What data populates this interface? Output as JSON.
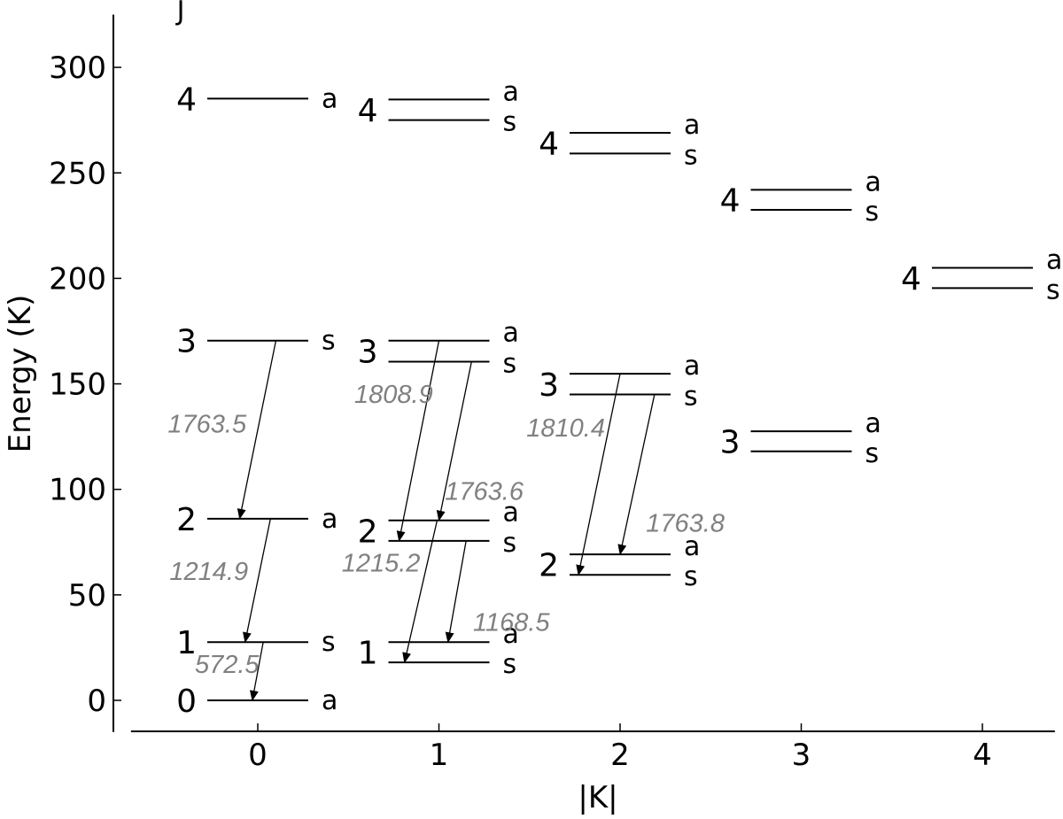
{
  "chart_data": {
    "type": "energy-level-diagram",
    "xlabel": "|K|",
    "ylabel": "Energy (K)",
    "column_header": "J",
    "xlim": [
      -0.7,
      4.4
    ],
    "ylim": [
      -15,
      325
    ],
    "x_ticks": [
      0,
      1,
      2,
      3,
      4
    ],
    "y_ticks": [
      0,
      50,
      100,
      150,
      200,
      250,
      300
    ],
    "levels": [
      {
        "K": 0,
        "J": "0",
        "sym": "a",
        "E": 0
      },
      {
        "K": 0,
        "J": "1",
        "sym": "s",
        "E": 27.6
      },
      {
        "K": 0,
        "J": "2",
        "sym": "a",
        "E": 86.1
      },
      {
        "K": 0,
        "J": "3",
        "sym": "s",
        "E": 170.5
      },
      {
        "K": 0,
        "J": "4",
        "sym": "a",
        "E": 285.2
      },
      {
        "K": 1,
        "J": "1",
        "sym": "a",
        "E": 27.6
      },
      {
        "K": 1,
        "J": "1",
        "sym": "s",
        "E": 18
      },
      {
        "K": 1,
        "J": "2",
        "sym": "a",
        "E": 85.3
      },
      {
        "K": 1,
        "J": "2",
        "sym": "s",
        "E": 75.6
      },
      {
        "K": 1,
        "J": "3",
        "sym": "a",
        "E": 170.5
      },
      {
        "K": 1,
        "J": "3",
        "sym": "s",
        "E": 160.5
      },
      {
        "K": 1,
        "J": "4",
        "sym": "a",
        "E": 284.8
      },
      {
        "K": 1,
        "J": "4",
        "sym": "s",
        "E": 275
      },
      {
        "K": 2,
        "J": "2",
        "sym": "a",
        "E": 69.2
      },
      {
        "K": 2,
        "J": "2",
        "sym": "s",
        "E": 59.5
      },
      {
        "K": 2,
        "J": "3",
        "sym": "a",
        "E": 154.8
      },
      {
        "K": 2,
        "J": "3",
        "sym": "s",
        "E": 145
      },
      {
        "K": 2,
        "J": "4",
        "sym": "a",
        "E": 269
      },
      {
        "K": 2,
        "J": "4",
        "sym": "s",
        "E": 259.2
      },
      {
        "K": 3,
        "J": "3",
        "sym": "a",
        "E": 127.5
      },
      {
        "K": 3,
        "J": "3",
        "sym": "s",
        "E": 118
      },
      {
        "K": 3,
        "J": "4",
        "sym": "a",
        "E": 242
      },
      {
        "K": 3,
        "J": "4",
        "sym": "s",
        "E": 232.5
      },
      {
        "K": 4,
        "J": "4",
        "sym": "a",
        "E": 205
      },
      {
        "K": 4,
        "J": "4",
        "sym": "s",
        "E": 195.4
      }
    ],
    "transitions": [
      {
        "label": "1763.5",
        "from": [
          0.1,
          170.5
        ],
        "to": [
          -0.1,
          86.1
        ]
      },
      {
        "label": "1214.9",
        "from": [
          0.07,
          86.1
        ],
        "to": [
          -0.07,
          27.6
        ]
      },
      {
        "label": "572.5",
        "from": [
          0.03,
          27.6
        ],
        "to": [
          -0.03,
          0
        ]
      },
      {
        "label": "1808.9",
        "from": [
          1.0,
          170.5
        ],
        "to": [
          0.78,
          75.6
        ]
      },
      {
        "label": "1763.6",
        "from": [
          1.18,
          160.5
        ],
        "to": [
          1.0,
          85.3
        ]
      },
      {
        "label": "1215.2",
        "from": [
          0.99,
          85.3
        ],
        "to": [
          0.81,
          18
        ]
      },
      {
        "label": "1168.5",
        "from": [
          1.15,
          75.6
        ],
        "to": [
          1.05,
          27.6
        ]
      },
      {
        "label": "1810.4",
        "from": [
          2.0,
          154.8
        ],
        "to": [
          1.77,
          59.5
        ]
      },
      {
        "label": "1763.8",
        "from": [
          2.19,
          145
        ],
        "to": [
          2.0,
          69.2
        ]
      }
    ],
    "transition_label_positions": [
      {
        "x": -0.28,
        "E": 127
      },
      {
        "x": -0.27,
        "E": 57
      },
      {
        "x": -0.17,
        "E": 13
      },
      {
        "x": 0.75,
        "E": 141
      },
      {
        "x": 1.25,
        "E": 95
      },
      {
        "x": 0.68,
        "E": 61
      },
      {
        "x": 1.4,
        "E": 33
      },
      {
        "x": 1.7,
        "E": 125
      },
      {
        "x": 2.36,
        "E": 80
      }
    ]
  }
}
